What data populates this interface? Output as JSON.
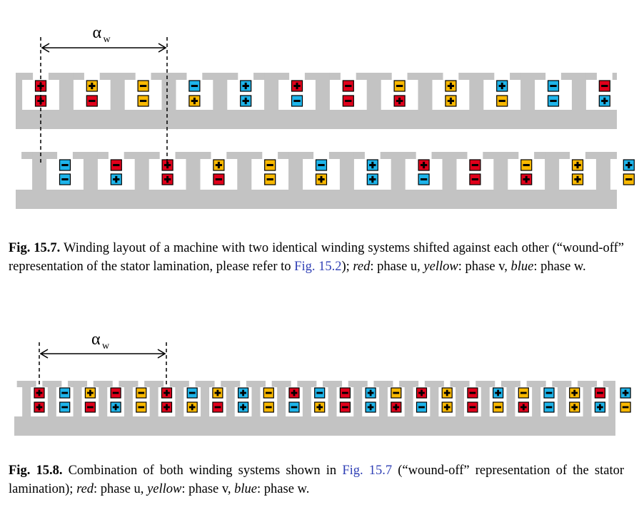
{
  "figures": [
    {
      "id": "fig-15-7",
      "alpha_label": "α",
      "alpha_sub": "w",
      "rows": [
        {
          "conductors": [
            [
              "R+",
              "R+"
            ],
            [
              "Y+",
              "R-"
            ],
            [
              "Y-",
              "Y-"
            ],
            [
              "B-",
              "Y+"
            ],
            [
              "B+",
              "B+"
            ],
            [
              "R+",
              "B-"
            ],
            [
              "R-",
              "R-"
            ],
            [
              "Y-",
              "R+"
            ],
            [
              "Y+",
              "Y+"
            ],
            [
              "B+",
              "Y-"
            ],
            [
              "B-",
              "B-"
            ],
            [
              "R-",
              "B+"
            ]
          ]
        },
        {
          "conductors": [
            [
              "B-",
              "B-"
            ],
            [
              "R-",
              "B+"
            ],
            [
              "R+",
              "R+"
            ],
            [
              "Y+",
              "R-"
            ],
            [
              "Y-",
              "Y-"
            ],
            [
              "B-",
              "Y+"
            ],
            [
              "B+",
              "B+"
            ],
            [
              "R+",
              "B-"
            ],
            [
              "R-",
              "R-"
            ],
            [
              "Y-",
              "R+"
            ],
            [
              "Y+",
              "Y+"
            ],
            [
              "B+",
              "Y-"
            ]
          ]
        }
      ],
      "caption": {
        "label": "Fig. 15.7.",
        "part1": " Winding layout of a machine with two identical winding systems shifted against each other (“wound-off” representation of the stator lamination, please refer to ",
        "link": "Fig. 15.2",
        "part2": "); ",
        "red": "red",
        "red_text": ": phase u, ",
        "yellow": "yellow",
        "yellow_text": ": phase v, ",
        "blue": "blue",
        "blue_text": ": phase w."
      }
    },
    {
      "id": "fig-15-8",
      "alpha_label": "α",
      "alpha_sub": "w",
      "rows": [
        {
          "conductors": [
            [
              "R+",
              "R+"
            ],
            [
              "B-",
              "B-"
            ],
            [
              "Y+",
              "R-"
            ],
            [
              "R-",
              "B+"
            ],
            [
              "Y-",
              "Y-"
            ],
            [
              "R+",
              "R+"
            ],
            [
              "B-",
              "Y+"
            ],
            [
              "Y+",
              "R-"
            ],
            [
              "B+",
              "B+"
            ],
            [
              "Y-",
              "Y-"
            ],
            [
              "R+",
              "B-"
            ],
            [
              "B-",
              "Y+"
            ],
            [
              "R-",
              "R-"
            ],
            [
              "B+",
              "B+"
            ],
            [
              "Y-",
              "R+"
            ],
            [
              "R+",
              "B-"
            ],
            [
              "Y+",
              "Y+"
            ],
            [
              "R-",
              "R-"
            ],
            [
              "B+",
              "Y-"
            ],
            [
              "Y-",
              "R+"
            ],
            [
              "B-",
              "B-"
            ],
            [
              "Y+",
              "Y+"
            ],
            [
              "R-",
              "B+"
            ],
            [
              "B+",
              "Y-"
            ]
          ]
        }
      ],
      "caption": {
        "label": "Fig. 15.8.",
        "part1": " Combination of both winding systems shown in ",
        "link": "Fig. 15.7",
        "part2": " (“wound-off” representation of the stator lamination); ",
        "red": "red",
        "red_text": ": phase u, ",
        "yellow": "yellow",
        "yellow_text": ": phase v, ",
        "blue": "blue",
        "blue_text": ": phase w."
      }
    }
  ],
  "colors": {
    "R": "#e0001b",
    "Y": "#f9b800",
    "B": "#1eb4ea",
    "lamination": "#c3c3c3"
  }
}
